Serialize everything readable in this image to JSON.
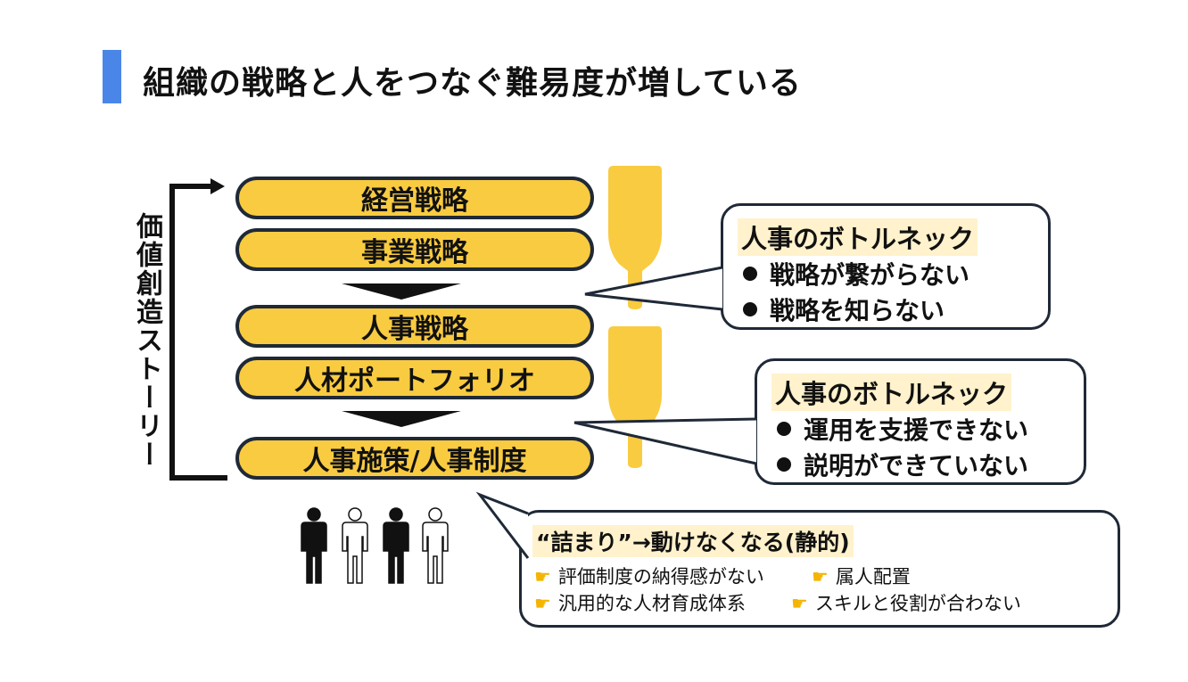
{
  "title": "組織の戦略と人をつなぐ難易度が増している",
  "vertical_label": "価値創造ストーリー",
  "steps": [
    "経営戦略",
    "事業戦略",
    "人事戦略",
    "人材ポートフォリオ",
    "人事施策/人事制度"
  ],
  "bottleneck_1": {
    "heading": "人事のボトルネック",
    "items": [
      "戦略が繋がらない",
      "戦略を知らない"
    ]
  },
  "bottleneck_2": {
    "heading": "人事のボトルネック",
    "items": [
      "運用を支援できない",
      "説明ができていない"
    ]
  },
  "stuck_note": {
    "heading": "“詰まり”→動けなくなる(静的)",
    "items": [
      "評価制度の納得感がない",
      "属人配置",
      "汎用的な人材育成体系",
      "スキルと役割が合わない"
    ]
  },
  "colors": {
    "accent_blue": "#4a86e8",
    "pill_yellow": "#f9cb40",
    "highlight": "#fff2cc",
    "outline": "#1f2937"
  },
  "icons": [
    "person-icon",
    "hand-pointing-icon",
    "bottle-icon"
  ]
}
